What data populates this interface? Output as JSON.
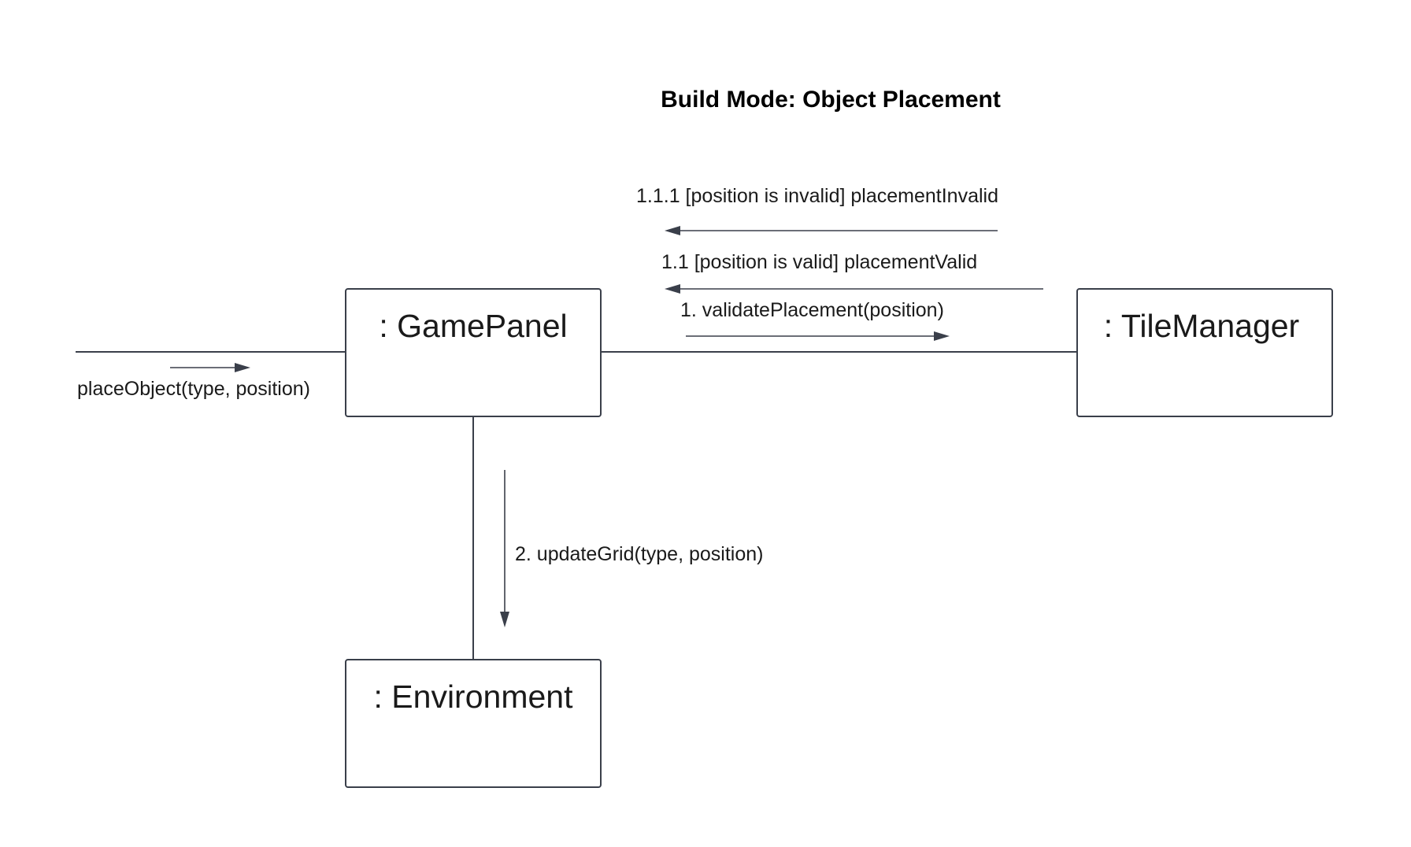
{
  "diagram": {
    "title": "Build Mode: Object Placement",
    "objects": {
      "game_panel": ": GamePanel",
      "tile_manager": ": TileManager",
      "environment": ": Environment"
    },
    "messages": {
      "place_object": "placeObject(type, position)",
      "validate_placement": "1. validatePlacement(position)",
      "placement_valid": "1.1 [position is valid] placementValid",
      "placement_invalid": "1.1.1 [position is invalid] placementInvalid",
      "update_grid": "2. updateGrid(type, position)"
    }
  },
  "colors": {
    "stroke": "#3a3f4a",
    "text": "#1a1a1a",
    "background": "#ffffff"
  }
}
